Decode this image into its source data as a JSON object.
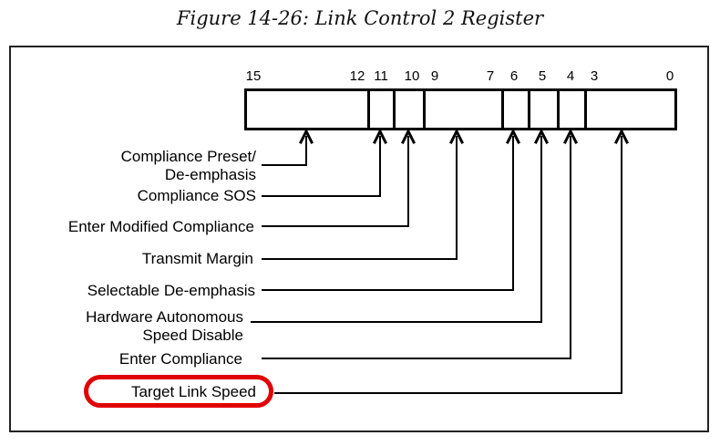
{
  "figure_title": "Figure 14-26: Link Control 2 Register",
  "register": {
    "bit_numbers": [
      "15",
      "12",
      "11",
      "10",
      "9",
      "7",
      "6",
      "5",
      "4",
      "3",
      "0"
    ],
    "fields": [
      {
        "bits": "15:12"
      },
      {
        "bits": "11"
      },
      {
        "bits": "10"
      },
      {
        "bits": "9:7"
      },
      {
        "bits": "6"
      },
      {
        "bits": "5"
      },
      {
        "bits": "4"
      },
      {
        "bits": "3:0"
      }
    ],
    "annotations": [
      {
        "line1": "Compliance Preset/",
        "line2": "De-emphasis",
        "target_bits": "15:12"
      },
      {
        "line1": "Compliance SOS",
        "target_bits": "11"
      },
      {
        "line1": "Enter Modified Compliance",
        "target_bits": "10"
      },
      {
        "line1": "Transmit Margin",
        "target_bits": "9:7"
      },
      {
        "line1": "Selectable De-emphasis",
        "target_bits": "6"
      },
      {
        "line1": "Hardware Autonomous",
        "line2": "Speed Disable",
        "target_bits": "5"
      },
      {
        "line1": "Enter Compliance",
        "target_bits": "4"
      },
      {
        "line1": "Target Link Speed",
        "target_bits": "3:0",
        "highlighted": true
      }
    ],
    "highlight_color": "#e00000"
  }
}
